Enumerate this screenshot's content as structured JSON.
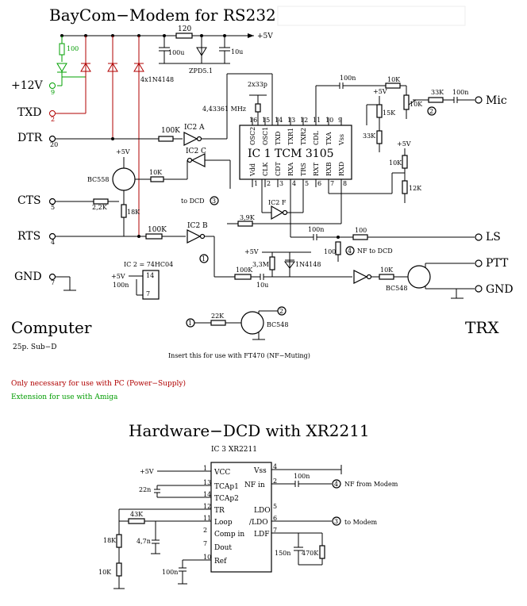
{
  "title": "BayCom−Modem for RS232",
  "header_blank_color": "#ffffff",
  "supply_label": "+5V",
  "plus12_label": "+12V",
  "computer_pins": [
    {
      "name": "TXD",
      "pin": "2"
    },
    {
      "name": "DTR",
      "pin": "20"
    },
    {
      "name": "CTS",
      "pin": "5"
    },
    {
      "name": "RTS",
      "pin": "4"
    },
    {
      "name": "GND",
      "pin": "7"
    }
  ],
  "pin9": "9",
  "trx_pins": [
    "Mic",
    "LS",
    "PTT",
    "GND"
  ],
  "components": {
    "r120": "120",
    "c100u": "100u",
    "zpd": "ZPD5.1",
    "c10u_top": "10u",
    "r100_green": "100",
    "diodes": "4x1N4148",
    "xtal_caps": "2x33p",
    "xtal": "4,43361 MHz",
    "r100k_dtr": "100K",
    "r10k_ic2c": "10K",
    "r2k2": "2,2K",
    "r18k": "18K",
    "r100k_rts": "100K",
    "r3k9": "3,9K",
    "bc558": "BC558",
    "ic2a": "IC2 A",
    "ic2b": "IC2 B",
    "ic2c": "IC2 C",
    "ic2f": "IC2 F",
    "to_dcd": "to DCD",
    "c100n_mic": "100n",
    "r10k_mic": "10K",
    "r15k": "15K",
    "r33k_a": "33K",
    "r10k_pot": "10K",
    "r33k_b": "33K",
    "c100n_mic2": "100n",
    "r10k_b": "10K",
    "r12k": "12K",
    "c100n_ls": "100n",
    "r100_ls": "100",
    "r100_nf": "100",
    "nf_to_dcd": "NF to DCD",
    "r3m3": "3,3M",
    "d1n4148": "1N4148",
    "c10u": "10u",
    "r100k_b": "100K",
    "r10k_ptt": "10K",
    "bc548": "BC548",
    "ic2_label": "IC 2 = 74HC04",
    "c100n_ic2": "100n",
    "r22k": "22K",
    "bc548_b": "BC548"
  },
  "ic1": {
    "name": "IC 1  TCM 3105",
    "top_pins": [
      {
        "label": "OSC2",
        "num": "16"
      },
      {
        "label": "OSC1",
        "num": "15"
      },
      {
        "label": "TXD",
        "num": "14"
      },
      {
        "label": "TXR1",
        "num": "13"
      },
      {
        "label": "TXR2",
        "num": "12"
      },
      {
        "label": "CDL",
        "num": "11"
      },
      {
        "label": "TXA",
        "num": "10"
      },
      {
        "label": "Vss",
        "num": "9"
      }
    ],
    "bottom_pins": [
      {
        "label": "Vdd",
        "num": "1"
      },
      {
        "label": "CLK",
        "num": "2"
      },
      {
        "label": "CDT",
        "num": "3"
      },
      {
        "label": "RXA",
        "num": "4"
      },
      {
        "label": "TRS",
        "num": "5"
      },
      {
        "label": "RXT",
        "num": "6"
      },
      {
        "label": "RXB",
        "num": "7"
      },
      {
        "label": "RXD",
        "num": "8"
      }
    ]
  },
  "side_labels": {
    "computer": "Computer",
    "computer_sub": "25p. Sub−D",
    "trx": "TRX",
    "note_ft470": "Insert this for use with FT470 (NF−Muting)"
  },
  "notes": [
    {
      "text": "Only necessary for use with PC (Power−Supply)",
      "color": "#b00000"
    },
    {
      "text": "Extension for use with Amiga",
      "color": "#00a000"
    }
  ],
  "dcd": {
    "title": "Hardware−DCD with XR2211",
    "ic": "IC 3 XR2211",
    "left_pins": [
      {
        "label": "VCC",
        "num": "1"
      },
      {
        "label": "TCAp1",
        "num": "13"
      },
      {
        "label": "TCAp2",
        "num": "14"
      },
      {
        "label": "TR",
        "num": "12"
      },
      {
        "label": "Loop",
        "num": "11"
      },
      {
        "label": "Comp in",
        "num": "2"
      },
      {
        "label": "Dout",
        "num": "7"
      },
      {
        "label": "Ref",
        "num": "10"
      }
    ],
    "right_pins": [
      {
        "label": "Vss",
        "num": "4"
      },
      {
        "label": "NF in",
        "num": "2"
      },
      {
        "label": "LDO",
        "num": "5"
      },
      {
        "label": "/LDO",
        "num": "6"
      },
      {
        "label": "LDF",
        "num": "7"
      }
    ],
    "parts": {
      "plus5": "+5V",
      "c22n": "22n",
      "r43k": "43K",
      "c4n7": "4,7n",
      "r18k": "18K",
      "p10k": "10K",
      "c100n_ref": "100n",
      "c100n_nf": "100n",
      "c150n": "150n",
      "r470k": "470K"
    },
    "nf_from": "NF from Modem",
    "to_modem": "to Modem"
  },
  "markers": {
    "m1": "1",
    "m2": "2",
    "m3": "3",
    "m4": "4"
  }
}
